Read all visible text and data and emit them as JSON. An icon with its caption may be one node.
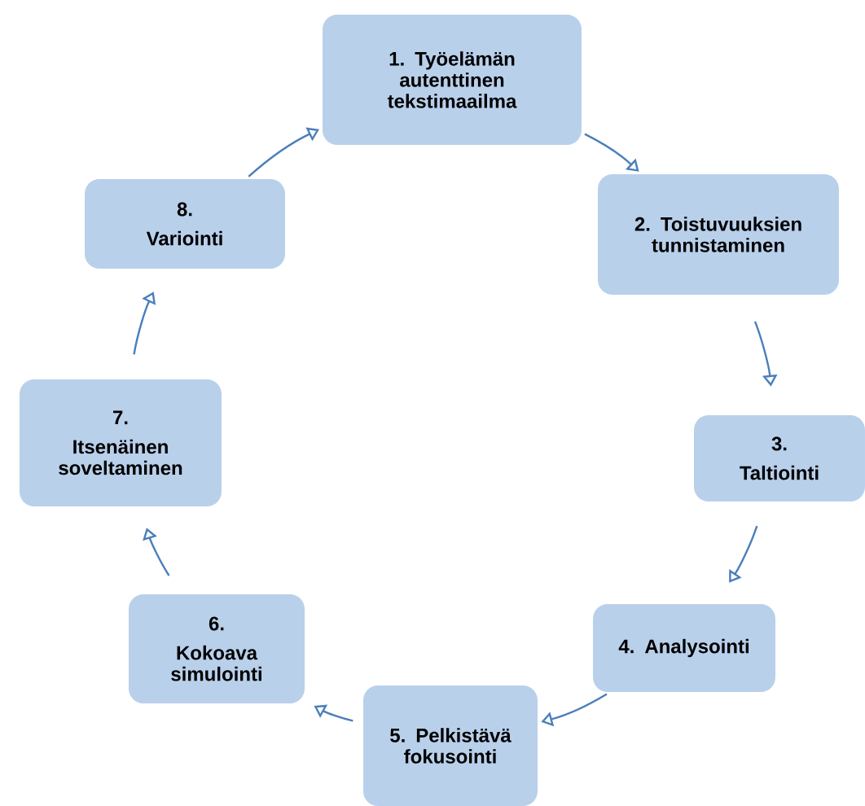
{
  "diagram": {
    "nodes": [
      {
        "text": [
          "1. Työelämän autenttinen tekstimaailma"
        ]
      },
      {
        "text": [
          "2. Toistuvuuksien tunnistaminen"
        ]
      },
      {
        "text": [
          "3.",
          "Taltiointi"
        ]
      },
      {
        "text": [
          "4. Analysointi"
        ]
      },
      {
        "text": [
          "5. Pelkistävä fokusointi"
        ]
      },
      {
        "text": [
          "6.",
          "Kokoava simulointi"
        ]
      },
      {
        "text": [
          "7.",
          "Itsenäinen soveltaminen"
        ]
      },
      {
        "text": [
          "8.",
          "Variointi"
        ]
      }
    ],
    "edges": [
      {
        "from": 0,
        "to": 1,
        "arrow": "to"
      },
      {
        "from": 1,
        "to": 2,
        "arrow": "to"
      },
      {
        "from": 2,
        "to": 3,
        "arrow": "to"
      },
      {
        "from": 3,
        "to": 4,
        "arrow": "to"
      },
      {
        "from": 4,
        "to": 5,
        "arrow": "to"
      },
      {
        "from": 5,
        "to": 6,
        "arrow": "to"
      },
      {
        "from": 6,
        "to": 7,
        "arrow": "to"
      },
      {
        "from": 7,
        "to": 0,
        "arrow": "to"
      }
    ]
  }
}
